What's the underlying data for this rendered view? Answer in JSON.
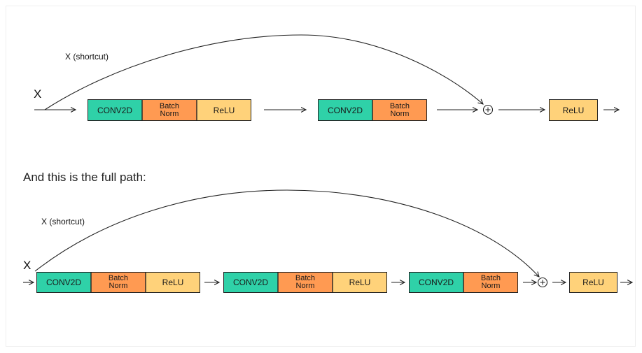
{
  "top_diagram": {
    "input_label": "X",
    "shortcut_label": "X (shortcut)",
    "blocks": [
      {
        "type": "conv",
        "text": "CONV2D"
      },
      {
        "type": "bn",
        "text": "Batch\nNorm"
      },
      {
        "type": "relu",
        "text": "ReLU"
      },
      {
        "type": "conv",
        "text": "CONV2D"
      },
      {
        "type": "bn",
        "text": "Batch\nNorm"
      },
      {
        "type": "relu",
        "text": "ReLU"
      }
    ]
  },
  "section_title": "And this is the full path:",
  "bottom_diagram": {
    "input_label": "X",
    "shortcut_label": "X (shortcut)",
    "blocks": [
      {
        "type": "conv",
        "text": "CONV2D"
      },
      {
        "type": "bn",
        "text": "Batch\nNorm"
      },
      {
        "type": "relu",
        "text": "ReLU"
      },
      {
        "type": "conv",
        "text": "CONV2D"
      },
      {
        "type": "bn",
        "text": "Batch\nNorm"
      },
      {
        "type": "relu",
        "text": "ReLU"
      },
      {
        "type": "conv",
        "text": "CONV2D"
      },
      {
        "type": "bn",
        "text": "Batch\nNorm"
      },
      {
        "type": "relu",
        "text": "ReLU"
      }
    ]
  },
  "colors": {
    "conv": "#2fd1a8",
    "batch_norm": "#ff9a52",
    "relu": "#ffd27a",
    "line": "#222222"
  }
}
